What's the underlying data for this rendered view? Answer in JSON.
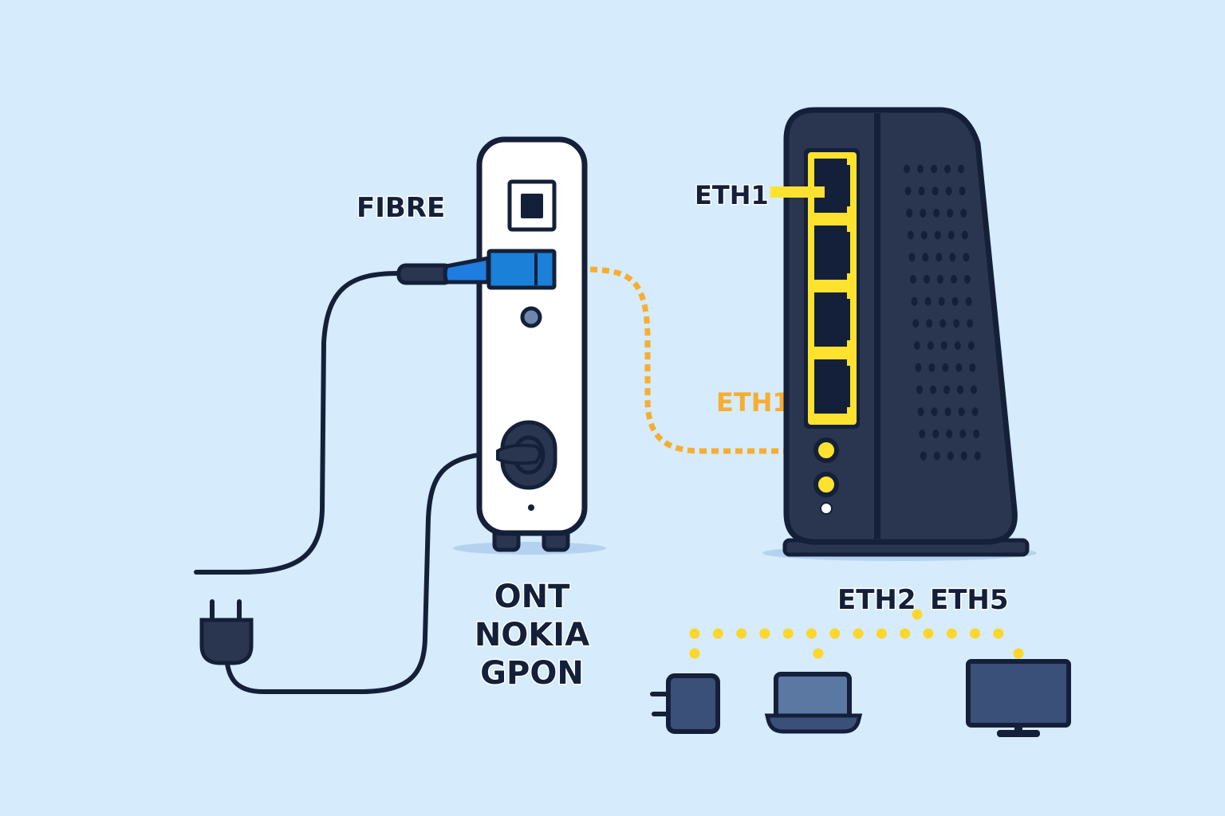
{
  "diagram": {
    "title": "ONT to router connection",
    "labels": {
      "fibre": "FIBRE",
      "eth1_top": "ETH1",
      "eth1_orange": "ETH1",
      "eth2": "ETH2",
      "eth5": "ETH5",
      "ont_line1": "ONT",
      "ont_line2": "NOKIA",
      "ont_line3": "GPON"
    },
    "nodes": [
      {
        "id": "ont",
        "name": "ONT Nokia GPON",
        "color": "#ffffff"
      },
      {
        "id": "router",
        "name": "Router",
        "color": "#2a3650",
        "port_color": "#ffe22e",
        "port_count": 4
      },
      {
        "id": "power-adapter",
        "name": "Power adapter",
        "color": "#3a5078"
      },
      {
        "id": "laptop",
        "name": "Laptop",
        "color": "#5a78a2"
      },
      {
        "id": "monitor",
        "name": "TV / monitor",
        "color": "#3a5078"
      }
    ],
    "edges": [
      {
        "from": "fibre-cable",
        "to": "ont",
        "label": "FIBRE",
        "color": "#1e7ddf"
      },
      {
        "from": "ont",
        "to": "router",
        "label": "ETH1",
        "style": "dashed",
        "color": "#f7ae30"
      },
      {
        "from": "router",
        "to": "power-adapter",
        "label": "ETH2",
        "style": "dotted",
        "color": "#ffd62a"
      },
      {
        "from": "router",
        "to": "laptop",
        "label": "ETH2",
        "style": "dotted",
        "color": "#ffd62a"
      },
      {
        "from": "router",
        "to": "monitor",
        "label": "ETH5",
        "style": "dotted",
        "color": "#ffd62a"
      },
      {
        "from": "power-plug",
        "to": "ont",
        "label": "",
        "color": "#14203a"
      }
    ],
    "colors": {
      "background": "#d6ebfb",
      "outline": "#14203a",
      "fibre_blue": "#1e7ddf",
      "eth_orange": "#f7ae30",
      "eth_yellow": "#ffe22e"
    }
  }
}
